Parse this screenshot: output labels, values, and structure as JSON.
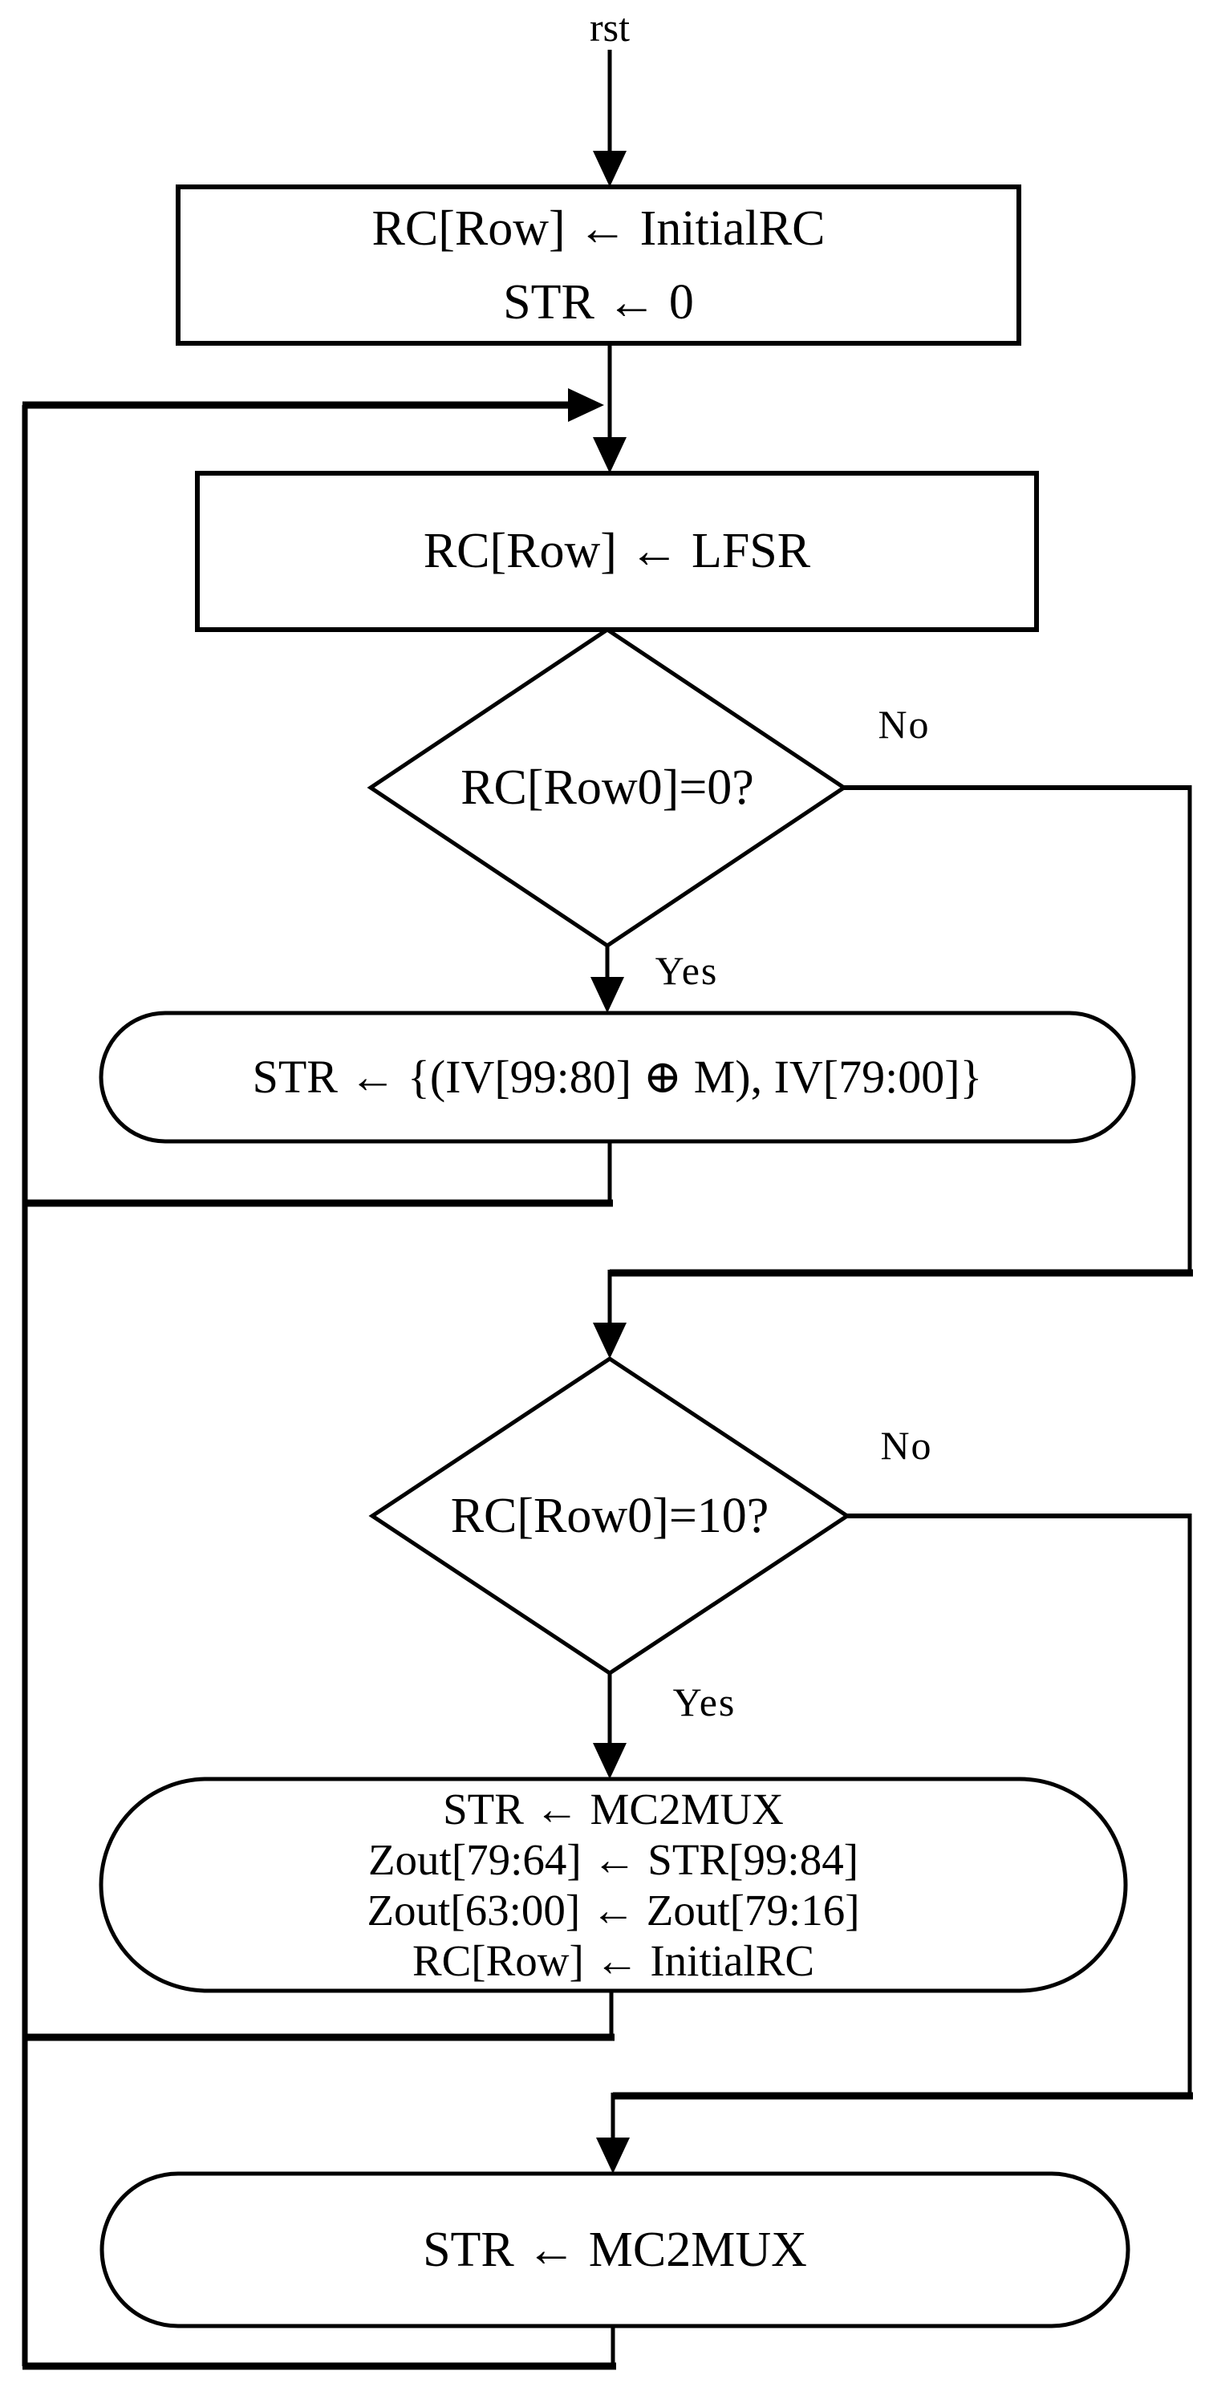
{
  "entry_label": "rst",
  "nodes": {
    "init": {
      "type": "process",
      "lines": [
        "RC[Row] ← InitialRC",
        "STR ← 0"
      ]
    },
    "lfsr": {
      "type": "process",
      "lines": [
        "RC[Row] ← LFSR"
      ]
    },
    "dec1": {
      "type": "decision",
      "question": "RC[Row0]=0?"
    },
    "iv_load": {
      "type": "terminal",
      "lines": [
        "STR ← {(IV[99:80] ⊕ M), IV[79:00]}"
      ]
    },
    "dec2": {
      "type": "decision",
      "question": "RC[Row0]=10?"
    },
    "output": {
      "type": "terminal",
      "lines": [
        "STR ← MC2MUX",
        "Zout[79:64] ← STR[99:84]",
        "Zout[63:00] ← Zout[79:16]",
        "RC[Row] ← InitialRC"
      ]
    },
    "keystream": {
      "type": "terminal",
      "lines": [
        "STR ← MC2MUX"
      ]
    }
  },
  "edge_labels": {
    "dec1_no": "No",
    "dec1_yes": "Yes",
    "dec2_no": "No",
    "dec2_yes": "Yes"
  },
  "colors": {
    "stroke": "#000000",
    "fill": "#ffffff"
  }
}
